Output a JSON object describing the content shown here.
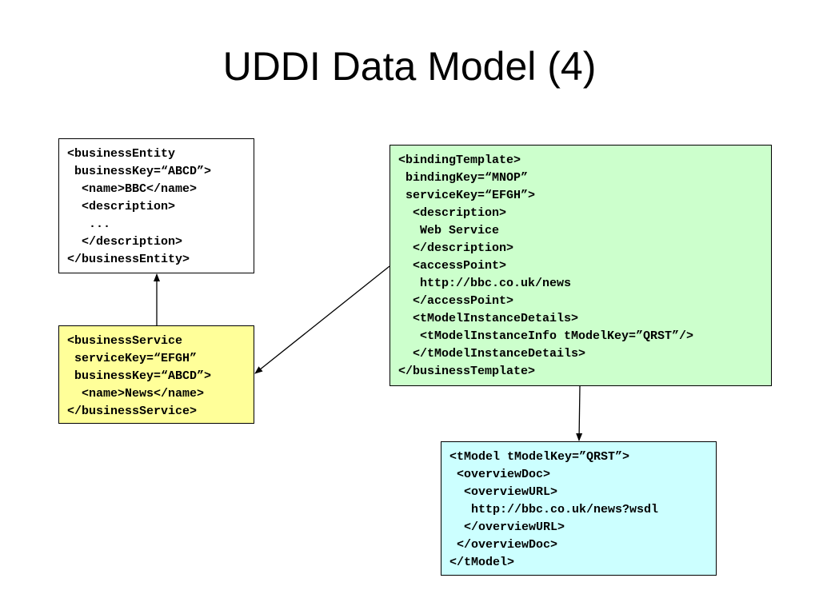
{
  "title": "UDDI Data Model (4)",
  "boxes": {
    "business_entity": {
      "lines": [
        "<businessEntity",
        " businessKey=“ABCD”>",
        "  <name>BBC</name>",
        "  <description>",
        "   ...",
        "  </description>",
        "</businessEntity>"
      ]
    },
    "business_service": {
      "lines": [
        "<businessService",
        " serviceKey=“EFGH”",
        " businessKey=“ABCD”>",
        "  <name>News</name>",
        "</businessService>"
      ]
    },
    "binding_template": {
      "lines": [
        "<bindingTemplate>",
        " bindingKey=“MNOP”",
        " serviceKey=“EFGH”>",
        "  <description>",
        "   Web Service",
        "  </description>",
        "  <accessPoint>",
        "   http://bbc.co.uk/news",
        "  </accessPoint>",
        "  <tModelInstanceDetails>",
        "   <tModelInstanceInfo tModelKey=”QRST”/>",
        "  </tModelInstanceDetails>",
        "</businessTemplate>"
      ]
    },
    "tmodel": {
      "lines": [
        "<tModel tModelKey=”QRST”>",
        " <overviewDoc>",
        "  <overviewURL>",
        "   http://bbc.co.uk/news?wsdl",
        "  </overviewURL>",
        " </overviewDoc>",
        "</tModel>"
      ]
    }
  },
  "colors": {
    "business_entity_fill": "#ffffff",
    "business_service_fill": "#ffff99",
    "binding_template_fill": "#ccffcc",
    "tmodel_fill": "#ccffff",
    "stroke": "#000000"
  }
}
